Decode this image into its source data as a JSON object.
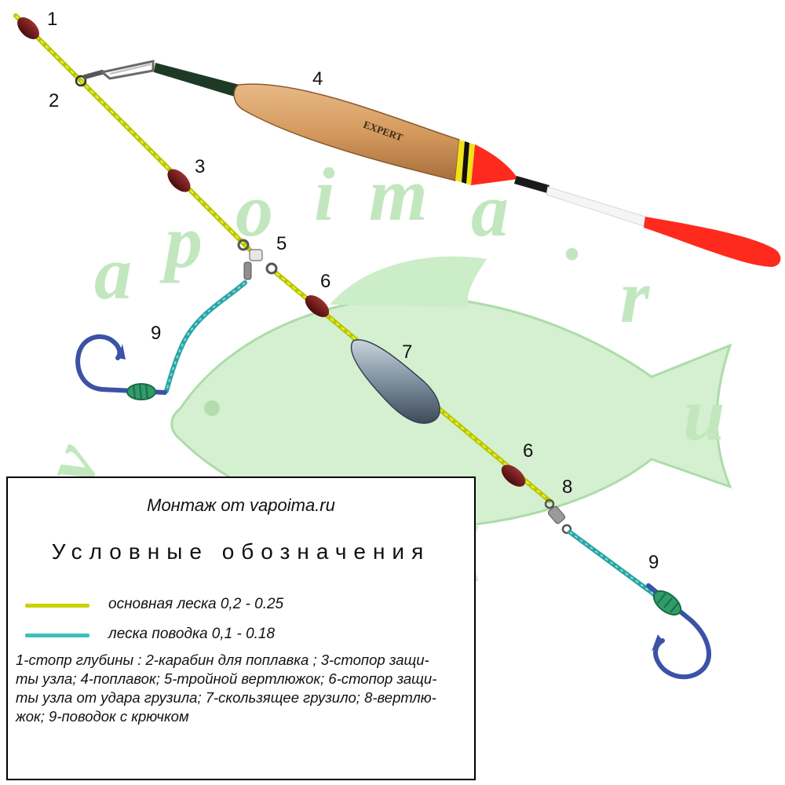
{
  "labels": {
    "n1": "1",
    "n2": "2",
    "n3": "3",
    "n4": "4",
    "n5": "5",
    "n6a": "6",
    "n6b": "6",
    "n7": "7",
    "n8": "8",
    "n9a": "9",
    "n9b": "9"
  },
  "float_brand": "EXPERT",
  "watermark": {
    "letters": [
      "v",
      "a",
      "p",
      "o",
      "i",
      "m",
      "a",
      ".",
      "r",
      "u"
    ]
  },
  "legend": {
    "title": "Монтаж от vapoima.ru",
    "heading": "Условные обозначения",
    "items": [
      {
        "label": "основная леска 0,2 - 0.25",
        "color": "#c8d400"
      },
      {
        "label": "леска поводка 0,1 - 0.18",
        "color": "#3ec0c0"
      }
    ],
    "description_lines": [
      "1-стопр глубины :  2-карабин для поплавка ; 3-стопор защи-",
      "ты узла; 4-поплавок; 5-тройной вертлюжок; 6-стопор защи-",
      "ты узла от удара грузила; 7-скользящее грузило; 8-вертлю-",
      "жок; 9-поводок с крючком"
    ]
  },
  "colors": {
    "main_line": "#c8d400",
    "leader_line": "#3ec0c0",
    "stopper": "#6b1414",
    "float_body": "#d9a46a",
    "float_tip": "#ff2a1e",
    "sinker": "#7e8f9f",
    "hook": "#4a64b8",
    "watermark": "#b8e3b4"
  }
}
